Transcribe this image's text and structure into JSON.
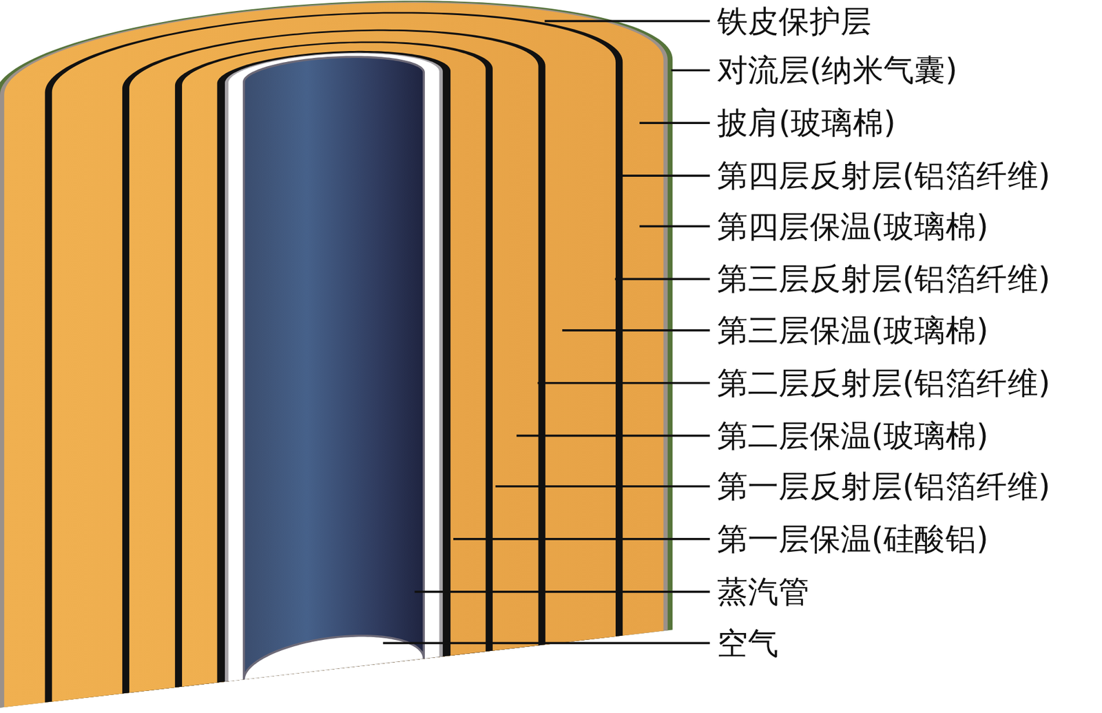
{
  "diagram": {
    "labels": [
      "铁皮保护层",
      "对流层(纳米气囊)",
      "披肩(玻璃棉)",
      "第四层反射层(铝箔纤维)",
      "第四层保温(玻璃棉)",
      "第三层反射层(铝箔纤维)",
      "第三层保温(玻璃棉)",
      "第二层反射层(铝箔纤维)",
      "第二层保温(玻璃棉)",
      "第一层反射层(铝箔纤维)",
      "第一层保温(硅酸铝)",
      "蒸汽管",
      "空气"
    ]
  }
}
